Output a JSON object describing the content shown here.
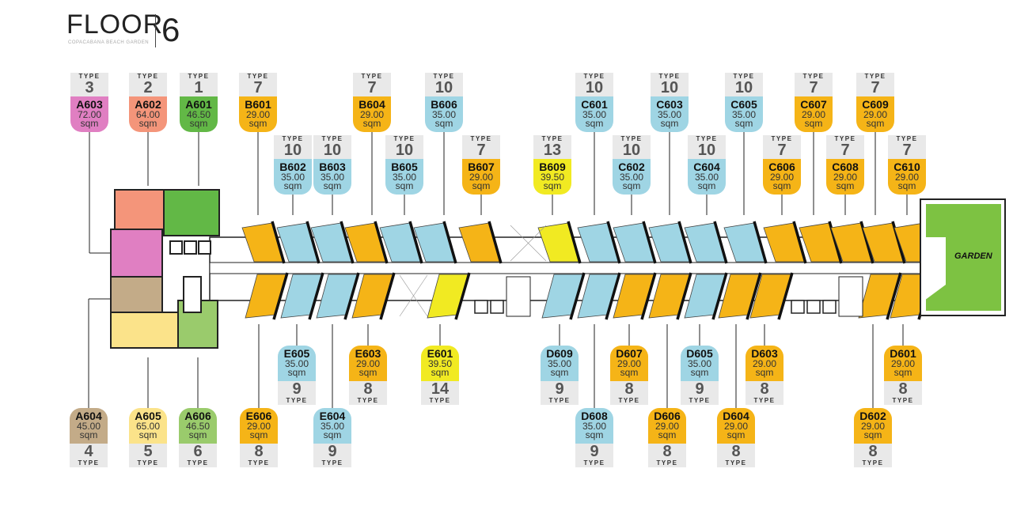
{
  "header": {
    "title": "FLOOR",
    "subtitle": "COPACABANA BEACH GARDEN",
    "floor_number": "6"
  },
  "type_word": "TYPE",
  "unit_word": "sqm",
  "garden_label": "GARDEN",
  "colors": {
    "pink": "#e07fc2",
    "salmon": "#f4957a",
    "green": "#62b846",
    "orange": "#f5b417",
    "blue": "#9fd5e4",
    "yellow": "#f1ea22",
    "tan": "#c3ab88",
    "paleyellow": "#fbe38a",
    "lightgreen": "#9acb6c",
    "garden": "#7dc242"
  },
  "units": [
    {
      "id": "A603",
      "type": "3",
      "area": "72.00",
      "color": "pink"
    },
    {
      "id": "A602",
      "type": "2",
      "area": "64.00",
      "color": "salmon"
    },
    {
      "id": "A601",
      "type": "1",
      "area": "46.50",
      "color": "green"
    },
    {
      "id": "B601",
      "type": "7",
      "area": "29.00",
      "color": "orange"
    },
    {
      "id": "B602",
      "type": "10",
      "area": "35.00",
      "color": "blue"
    },
    {
      "id": "B603",
      "type": "10",
      "area": "35.00",
      "color": "blue"
    },
    {
      "id": "B604",
      "type": "7",
      "area": "29.00",
      "color": "orange"
    },
    {
      "id": "B605",
      "type": "10",
      "area": "35.00",
      "color": "blue"
    },
    {
      "id": "B606",
      "type": "10",
      "area": "35.00",
      "color": "blue"
    },
    {
      "id": "B607",
      "type": "7",
      "area": "29.00",
      "color": "orange"
    },
    {
      "id": "B609",
      "type": "13",
      "area": "39.50",
      "color": "yellow"
    },
    {
      "id": "C601",
      "type": "10",
      "area": "35.00",
      "color": "blue"
    },
    {
      "id": "C602",
      "type": "10",
      "area": "35.00",
      "color": "blue"
    },
    {
      "id": "C603",
      "type": "10",
      "area": "35.00",
      "color": "blue"
    },
    {
      "id": "C604",
      "type": "10",
      "area": "35.00",
      "color": "blue"
    },
    {
      "id": "C605",
      "type": "10",
      "area": "35.00",
      "color": "blue"
    },
    {
      "id": "C606",
      "type": "7",
      "area": "29.00",
      "color": "orange"
    },
    {
      "id": "C607",
      "type": "7",
      "area": "29.00",
      "color": "orange"
    },
    {
      "id": "C608",
      "type": "7",
      "area": "29.00",
      "color": "orange"
    },
    {
      "id": "C609",
      "type": "7",
      "area": "29.00",
      "color": "orange"
    },
    {
      "id": "C610",
      "type": "7",
      "area": "29.00",
      "color": "orange"
    },
    {
      "id": "A604",
      "type": "4",
      "area": "45.00",
      "color": "tan"
    },
    {
      "id": "A605",
      "type": "5",
      "area": "65.00",
      "color": "paleyellow"
    },
    {
      "id": "A606",
      "type": "6",
      "area": "46.50",
      "color": "lightgreen"
    },
    {
      "id": "E606",
      "type": "8",
      "area": "29.00",
      "color": "orange"
    },
    {
      "id": "E605",
      "type": "9",
      "area": "35.00",
      "color": "blue"
    },
    {
      "id": "E604",
      "type": "9",
      "area": "35.00",
      "color": "blue"
    },
    {
      "id": "E603",
      "type": "8",
      "area": "29.00",
      "color": "orange"
    },
    {
      "id": "E601",
      "type": "14",
      "area": "39.50",
      "color": "yellow"
    },
    {
      "id": "D609",
      "type": "9",
      "area": "35.00",
      "color": "blue"
    },
    {
      "id": "D608",
      "type": "9",
      "area": "35.00",
      "color": "blue"
    },
    {
      "id": "D607",
      "type": "8",
      "area": "29.00",
      "color": "orange"
    },
    {
      "id": "D606",
      "type": "8",
      "area": "29.00",
      "color": "orange"
    },
    {
      "id": "D605",
      "type": "9",
      "area": "35.00",
      "color": "blue"
    },
    {
      "id": "D604",
      "type": "8",
      "area": "29.00",
      "color": "orange"
    },
    {
      "id": "D603",
      "type": "8",
      "area": "29.00",
      "color": "orange"
    },
    {
      "id": "D602",
      "type": "8",
      "area": "29.00",
      "color": "orange"
    },
    {
      "id": "D601",
      "type": "8",
      "area": "29.00",
      "color": "orange"
    }
  ]
}
